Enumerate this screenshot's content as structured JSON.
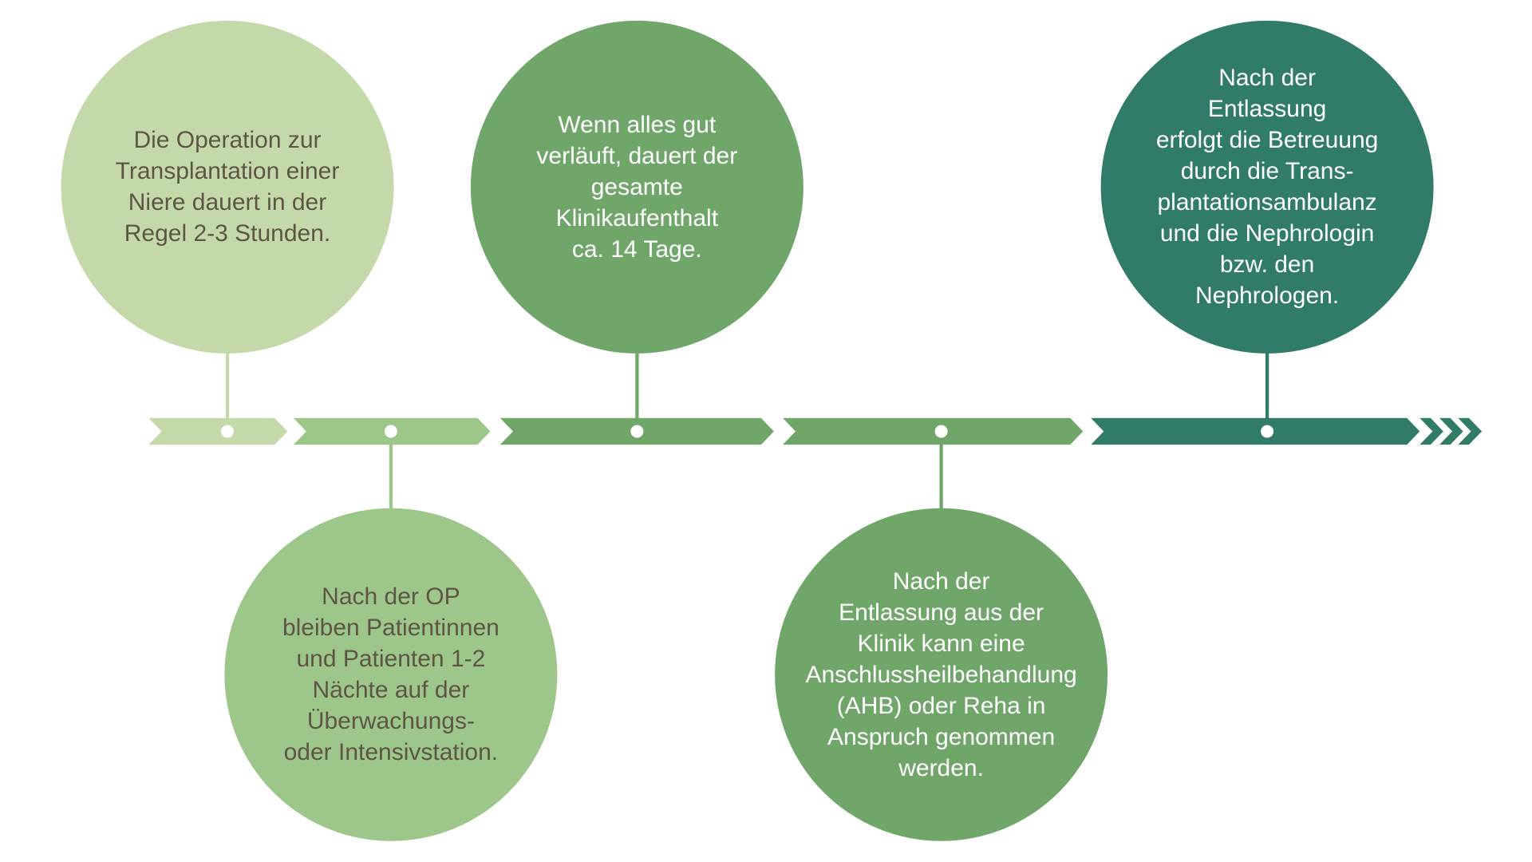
{
  "colors": {
    "light": "#c4d9aa",
    "medium_light": "#9dc68a",
    "medium": "#71a66b",
    "dark": "#317b69",
    "text_dark": "#5e5545",
    "text_light": "#ffffff",
    "dot": "#ffffff"
  },
  "steps": [
    {
      "text": "Die Operation zur\nTransplantation einer\nNiere dauert in der\nRegel 2-3 Stunden.",
      "position": "above",
      "color": "light",
      "text_color": "text_dark"
    },
    {
      "text": "Nach der OP\nbleiben Patientinnen\nund Patienten 1-2\nNächte auf der\nÜberwachungs-\noder Intensivstation.",
      "position": "below",
      "color": "medium_light",
      "text_color": "text_dark"
    },
    {
      "text": "Wenn alles gut\nverläuft, dauert der\ngesamte\nKlinikaufenthalt\nca. 14 Tage.",
      "position": "above",
      "color": "medium",
      "text_color": "text_light"
    },
    {
      "text": "Nach der\nEntlassung aus der\nKlinik kann eine\nAnschlussheilbehandlung\n(AHB) oder Reha in\nAnspruch genommen\nwerden.",
      "position": "below",
      "color": "medium",
      "text_color": "text_light"
    },
    {
      "text": "Nach der\nEntlassung\nerfolgt die Betreuung\ndurch die Trans-\nplantationsambulanz\nund die Nephrologin\nbzw. den\nNephrologen.",
      "position": "above",
      "color": "dark",
      "text_color": "text_light"
    }
  ]
}
